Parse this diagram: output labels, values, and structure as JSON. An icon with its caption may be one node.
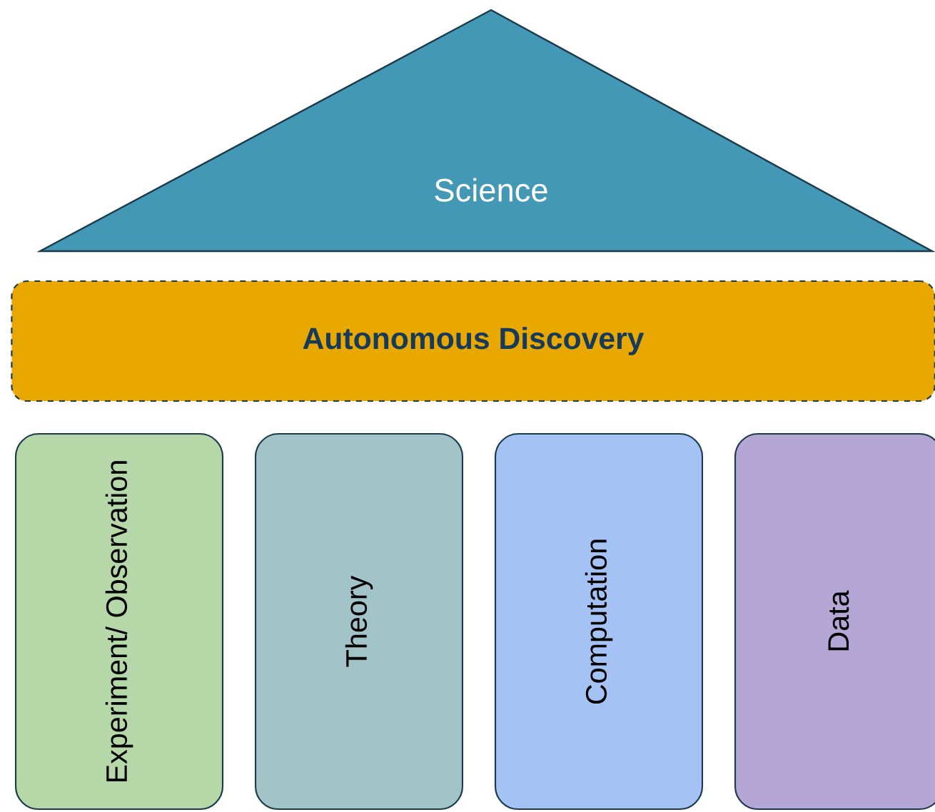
{
  "diagram": {
    "nodes": [
      {
        "text": [
          "Science"
        ]
      },
      {
        "text": [
          "**Autonomous Discovery**"
        ]
      },
      {
        "text": [
          "Experiment/ Observation"
        ]
      },
      {
        "text": [
          "Theory"
        ]
      },
      {
        "text": [
          "Computation"
        ]
      },
      {
        "text": [
          "Data"
        ]
      }
    ]
  }
}
